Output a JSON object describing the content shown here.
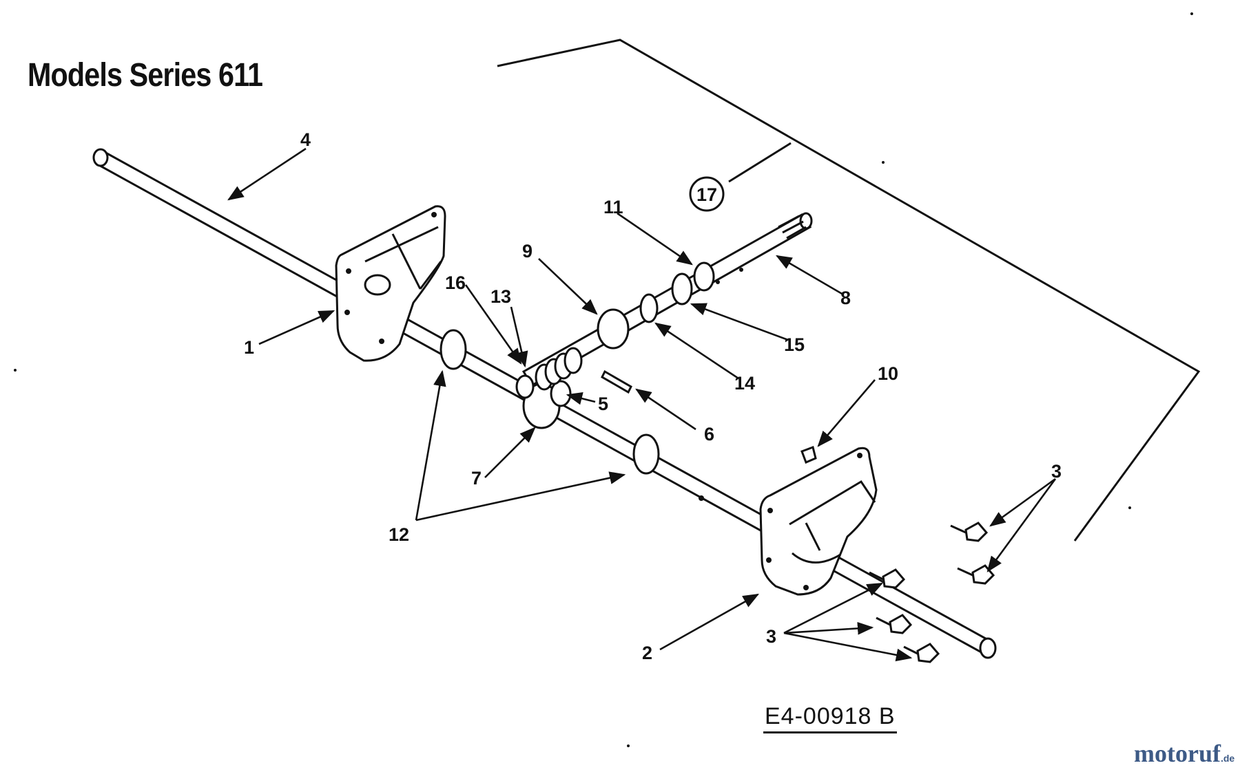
{
  "title": "Models Series 611",
  "drawing_number": "E4-00918 B",
  "watermark": {
    "main": "motoruf",
    "tld": ".de"
  },
  "callouts": {
    "c1": "1",
    "c2": "2",
    "c3a": "3",
    "c3b": "3",
    "c4": "4",
    "c5": "5",
    "c6": "6",
    "c7": "7",
    "c8": "8",
    "c9": "9",
    "c10": "10",
    "c11": "11",
    "c12": "12",
    "c13": "13",
    "c14": "14",
    "c15": "15",
    "c16": "16",
    "c17": "17"
  },
  "colors": {
    "ink": "#111111",
    "background": "#ffffff",
    "watermark_blue": "#3d5a86",
    "watermark_orange": "#d9822b"
  }
}
